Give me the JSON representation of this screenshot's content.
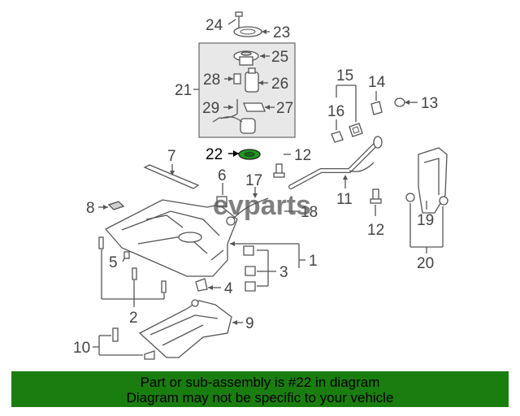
{
  "watermark": "evparts",
  "highlighted_part": "22",
  "callouts": {
    "c1": "1",
    "c2": "2",
    "c3": "3",
    "c4": "4",
    "c5": "5",
    "c6": "6",
    "c7": "7",
    "c8": "8",
    "c9": "9",
    "c10": "10",
    "c11": "11",
    "c12a": "12",
    "c12b": "12",
    "c13": "13",
    "c14": "14",
    "c15": "15",
    "c16": "16",
    "c17": "17",
    "c18": "18",
    "c19": "19",
    "c20": "20",
    "c21": "21",
    "c22": "22",
    "c23": "23",
    "c24": "24",
    "c25": "25",
    "c26": "26",
    "c27": "27",
    "c28": "28",
    "c29": "29"
  },
  "banner": {
    "line1": "Part or sub-assembly is #22 in diagram",
    "line2": "Diagram may not be specific to your vehicle"
  },
  "colors": {
    "banner_bg": "#1a7d0f",
    "highlight_part": "#1f9a1f",
    "line": "#555555",
    "module_box": "#e8e8e8"
  }
}
